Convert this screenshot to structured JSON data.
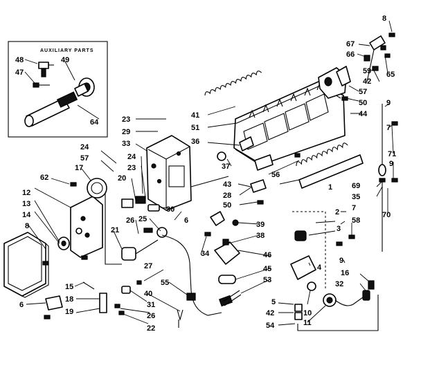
{
  "inset": {
    "title": "AUXILIARY PARTS"
  },
  "callouts": [
    {
      "name": "c8",
      "text": "8"
    },
    {
      "name": "c67",
      "text": "67"
    },
    {
      "name": "c66",
      "text": "66"
    },
    {
      "name": "c59",
      "text": "59"
    },
    {
      "name": "c42a",
      "text": "42"
    },
    {
      "name": "c65",
      "text": "65"
    },
    {
      "name": "c57a",
      "text": "57"
    },
    {
      "name": "c50a",
      "text": "50"
    },
    {
      "name": "c44",
      "text": "44"
    },
    {
      "name": "c9a",
      "text": "9"
    },
    {
      "name": "c7",
      "text": "7"
    },
    {
      "name": "c71",
      "text": "71"
    },
    {
      "name": "c9b",
      "text": "9"
    },
    {
      "name": "c69",
      "text": "69"
    },
    {
      "name": "c35",
      "text": "35"
    },
    {
      "name": "c70",
      "text": "70"
    },
    {
      "name": "c7b",
      "text": "7"
    },
    {
      "name": "c58",
      "text": "58"
    },
    {
      "name": "c2",
      "text": "2"
    },
    {
      "name": "c3",
      "text": "3"
    },
    {
      "name": "c4",
      "text": "4"
    },
    {
      "name": "c9c",
      "text": "9"
    },
    {
      "name": "c16",
      "text": "16"
    },
    {
      "name": "c32",
      "text": "32"
    },
    {
      "name": "c5",
      "text": "5"
    },
    {
      "name": "c42b",
      "text": "42"
    },
    {
      "name": "c54",
      "text": "54"
    },
    {
      "name": "c10",
      "text": "10"
    },
    {
      "name": "c11",
      "text": "11"
    },
    {
      "name": "c46",
      "text": "46"
    },
    {
      "name": "c45",
      "text": "45"
    },
    {
      "name": "c53",
      "text": "53"
    },
    {
      "name": "c39",
      "text": "39"
    },
    {
      "name": "c38",
      "text": "38"
    },
    {
      "name": "c34",
      "text": "34"
    },
    {
      "name": "c1",
      "text": "1"
    },
    {
      "name": "c56",
      "text": "56"
    },
    {
      "name": "c43",
      "text": "43"
    },
    {
      "name": "c28",
      "text": "28"
    },
    {
      "name": "c50b",
      "text": "50"
    },
    {
      "name": "c37",
      "text": "37"
    },
    {
      "name": "c36",
      "text": "36"
    },
    {
      "name": "c41",
      "text": "41"
    },
    {
      "name": "c51",
      "text": "51"
    },
    {
      "name": "c23a",
      "text": "23"
    },
    {
      "name": "c29",
      "text": "29"
    },
    {
      "name": "c33",
      "text": "33"
    },
    {
      "name": "c24a",
      "text": "24"
    },
    {
      "name": "c57b",
      "text": "57"
    },
    {
      "name": "c17",
      "text": "17"
    },
    {
      "name": "c24b",
      "text": "24"
    },
    {
      "name": "c23b",
      "text": "23"
    },
    {
      "name": "c20",
      "text": "20"
    },
    {
      "name": "c62",
      "text": "62"
    },
    {
      "name": "c12",
      "text": "12"
    },
    {
      "name": "c13",
      "text": "13"
    },
    {
      "name": "c14",
      "text": "14"
    },
    {
      "name": "c8b",
      "text": "8"
    },
    {
      "name": "c30",
      "text": "30"
    },
    {
      "name": "c6a",
      "text": "6"
    },
    {
      "name": "c26a",
      "text": "26"
    },
    {
      "name": "c25",
      "text": "25"
    },
    {
      "name": "c21",
      "text": "21"
    },
    {
      "name": "c27",
      "text": "27"
    },
    {
      "name": "c55",
      "text": "55"
    },
    {
      "name": "c40",
      "text": "40"
    },
    {
      "name": "c31",
      "text": "31"
    },
    {
      "name": "c26b",
      "text": "26"
    },
    {
      "name": "c22",
      "text": "22"
    },
    {
      "name": "c15",
      "text": "15"
    },
    {
      "name": "c18",
      "text": "18"
    },
    {
      "name": "c19",
      "text": "19"
    },
    {
      "name": "c6b",
      "text": "6"
    },
    {
      "name": "c48",
      "text": "48"
    },
    {
      "name": "c47",
      "text": "47"
    },
    {
      "name": "c49",
      "text": "49"
    },
    {
      "name": "c64",
      "text": "64"
    }
  ]
}
